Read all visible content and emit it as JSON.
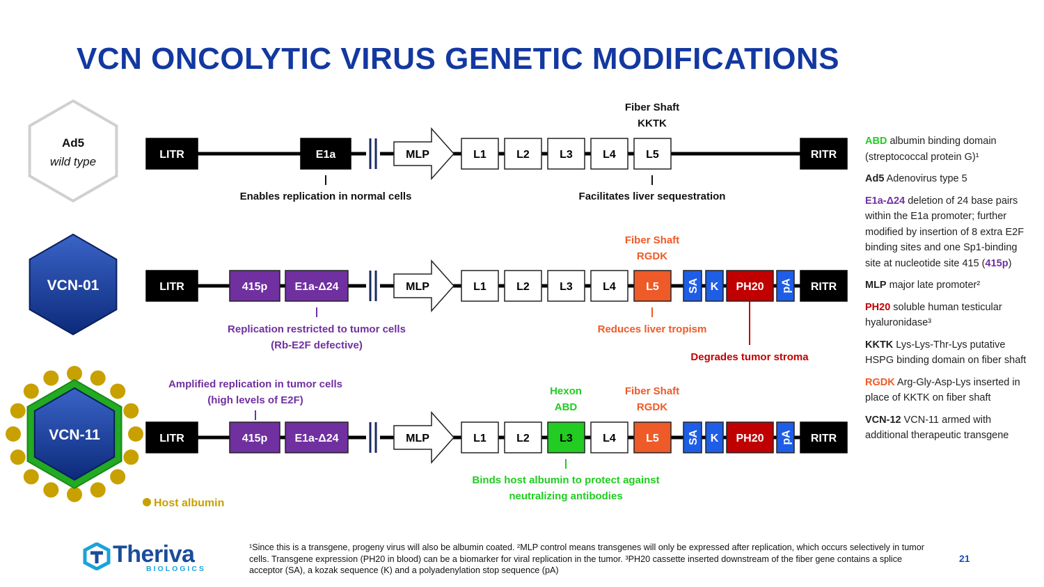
{
  "title": "VCN ONCOLYTIC VIRUS GENETIC MODIFICATIONS",
  "colors": {
    "title_blue": "#1338a0",
    "purple": "#7030a0",
    "orange": "#ee5a28",
    "green": "#22cc22",
    "red": "#c00000",
    "blue": "#1e5ee6",
    "gold": "#c8a000"
  },
  "rows": {
    "ad5": {
      "badge_name": "Ad5",
      "badge_sub": "wild type",
      "genes": [
        "LITR",
        "E1a",
        "MLP",
        "L1",
        "L2",
        "L3",
        "L4",
        "L5",
        "RITR"
      ],
      "above_l5": [
        "Fiber Shaft",
        "KKTK"
      ],
      "note_e1a": "Enables replication in normal cells",
      "note_l5": "Facilitates liver sequestration"
    },
    "vcn01": {
      "badge_name": "VCN-01",
      "genes": [
        "LITR",
        "415p",
        "E1a-Δ24",
        "MLP",
        "L1",
        "L2",
        "L3",
        "L4",
        "L5",
        "SA",
        "K",
        "PH20",
        "pA",
        "RITR"
      ],
      "above_l5": [
        "Fiber Shaft",
        "RGDK"
      ],
      "note_e1a": [
        "Replication restricted to tumor cells",
        "(Rb-E2F defective)"
      ],
      "note_l5": "Reduces liver tropism",
      "note_ph20": "Degrades tumor stroma"
    },
    "vcn11": {
      "badge_name": "VCN-11",
      "genes": [
        "LITR",
        "415p",
        "E1a-Δ24",
        "MLP",
        "L1",
        "L2",
        "L3",
        "L4",
        "L5",
        "SA",
        "K",
        "PH20",
        "pA",
        "RITR"
      ],
      "above_415p": [
        "Amplified replication in tumor cells",
        "(high levels of E2F)"
      ],
      "above_l3": [
        "Hexon",
        "ABD"
      ],
      "above_l5": [
        "Fiber Shaft",
        "RGDK"
      ],
      "note_l3": [
        "Binds host albumin to protect against",
        "neutralizing antibodies"
      ],
      "host_albumin": "Host albumin"
    }
  },
  "legend": [
    {
      "term": "ABD",
      "color": "#22cc22",
      "text": " albumin binding domain (streptococcal protein G)¹"
    },
    {
      "term": "Ad5",
      "color": "#222222",
      "text": " Adenovirus type 5"
    },
    {
      "term": "E1a-Δ24",
      "color": "#7030a0",
      "text": " deletion of 24 base pairs within the E1a promoter; further modified by insertion of 8 extra E2F binding sites and one Sp1-binding site at nucleotide site 415 (",
      "tail_term": "415p",
      "tail": ")"
    },
    {
      "term": "MLP",
      "color": "#222222",
      "text": " major late promoter²"
    },
    {
      "term": "PH20",
      "color": "#c00000",
      "text": " soluble human testicular hyaluronidase³"
    },
    {
      "term": "KKTK",
      "color": "#222222",
      "text": " Lys-Lys-Thr-Lys putative HSPG binding domain on fiber shaft"
    },
    {
      "term": "RGDK",
      "color": "#ee5a28",
      "text": " Arg-Gly-Asp-Lys inserted in place of KKTK on fiber shaft"
    },
    {
      "term": "VCN-12",
      "color": "#222222",
      "text": " VCN-11 armed with additional therapeutic transgene"
    }
  ],
  "footnote": "¹Since this is a transgene, progeny virus will also be albumin coated. ²MLP control means transgenes will only be expressed after replication, which occurs selectively in tumor cells. Transgene expression (PH20 in blood) can be a biomarker for viral replication in the tumor. ³PH20 cassette inserted downstream of the fiber gene contains a splice acceptor (SA), a kozak sequence (K) and a polyadenylation stop sequence (pA)",
  "logo": {
    "name": "Theriva",
    "sub": "BIOLOGICS"
  },
  "page_number": "21"
}
